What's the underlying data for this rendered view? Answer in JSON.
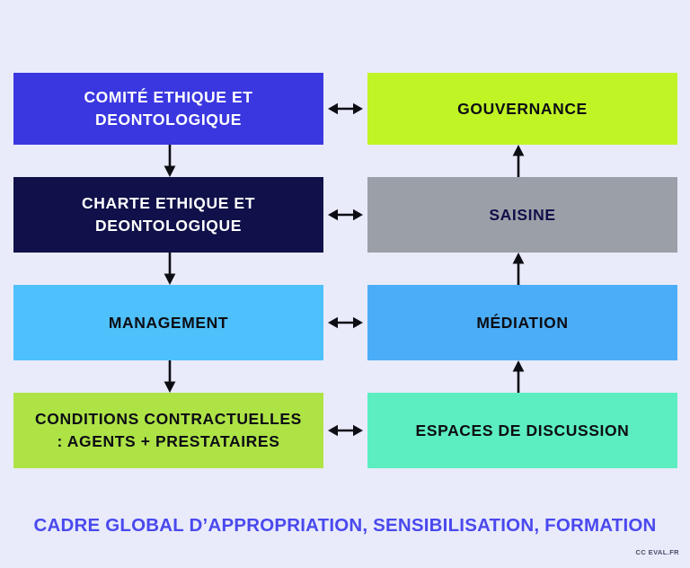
{
  "diagram": {
    "background_color": "#e9ebfb",
    "caption": "CADRE GLOBAL D’APPROPRIATION, SENSIBILISATION, FORMATION",
    "caption_color": "#4a49ee",
    "credit": "CC EVAL.FR",
    "left_column": [
      {
        "id": "comite-ethique",
        "label": "COMITÉ ETHIQUE ET\nDEONTOLOGIQUE",
        "fill": "#3a37e0",
        "text_color": "#ffffff"
      },
      {
        "id": "charte-ethique",
        "label": "CHARTE ETHIQUE ET\nDEONTOLOGIQUE",
        "fill": "#10104a",
        "text_color": "#ffffff"
      },
      {
        "id": "management",
        "label": "MANAGEMENT",
        "fill": "#4ec0fb",
        "text_color": "#0d0d14"
      },
      {
        "id": "conditions-contractuelles",
        "label": "CONDITIONS CONTRACTUELLES\n: AGENTS + PRESTATAIRES",
        "fill": "#aee346",
        "text_color": "#0d0d14"
      }
    ],
    "right_column": [
      {
        "id": "gouvernance",
        "label": "GOUVERNANCE",
        "fill": "#c0f425",
        "text_color": "#0d0d14"
      },
      {
        "id": "saisine",
        "label": "SAISINE",
        "fill": "#9ba0a8",
        "text_color": "#10104a"
      },
      {
        "id": "mediation",
        "label": "MÉDIATION",
        "fill": "#4badf7",
        "text_color": "#0d0d14"
      },
      {
        "id": "espaces-de-discussion",
        "label": "ESPACES DE DISCUSSION",
        "fill": "#5ceec0",
        "text_color": "#0d0d14"
      }
    ],
    "connectors": [
      {
        "id": "left-down-1",
        "icon": "arrow-down-icon",
        "from": "comite-ethique",
        "to": "charte-ethique"
      },
      {
        "id": "left-down-2",
        "icon": "arrow-down-icon",
        "from": "charte-ethique",
        "to": "management"
      },
      {
        "id": "left-down-3",
        "icon": "arrow-down-icon",
        "from": "management",
        "to": "conditions-contractuelles"
      },
      {
        "id": "right-up-1",
        "icon": "arrow-up-icon",
        "from": "saisine",
        "to": "gouvernance"
      },
      {
        "id": "right-up-2",
        "icon": "arrow-up-icon",
        "from": "mediation",
        "to": "saisine"
      },
      {
        "id": "right-up-3",
        "icon": "arrow-up-icon",
        "from": "espaces-de-discussion",
        "to": "mediation"
      },
      {
        "id": "cross-1",
        "icon": "arrow-left-right-icon",
        "from": "comite-ethique",
        "to": "gouvernance"
      },
      {
        "id": "cross-2",
        "icon": "arrow-left-right-icon",
        "from": "charte-ethique",
        "to": "saisine"
      },
      {
        "id": "cross-3",
        "icon": "arrow-left-right-icon",
        "from": "management",
        "to": "mediation"
      },
      {
        "id": "cross-4",
        "icon": "arrow-left-right-icon",
        "from": "conditions-contractuelles",
        "to": "espaces-de-discussion"
      }
    ]
  }
}
